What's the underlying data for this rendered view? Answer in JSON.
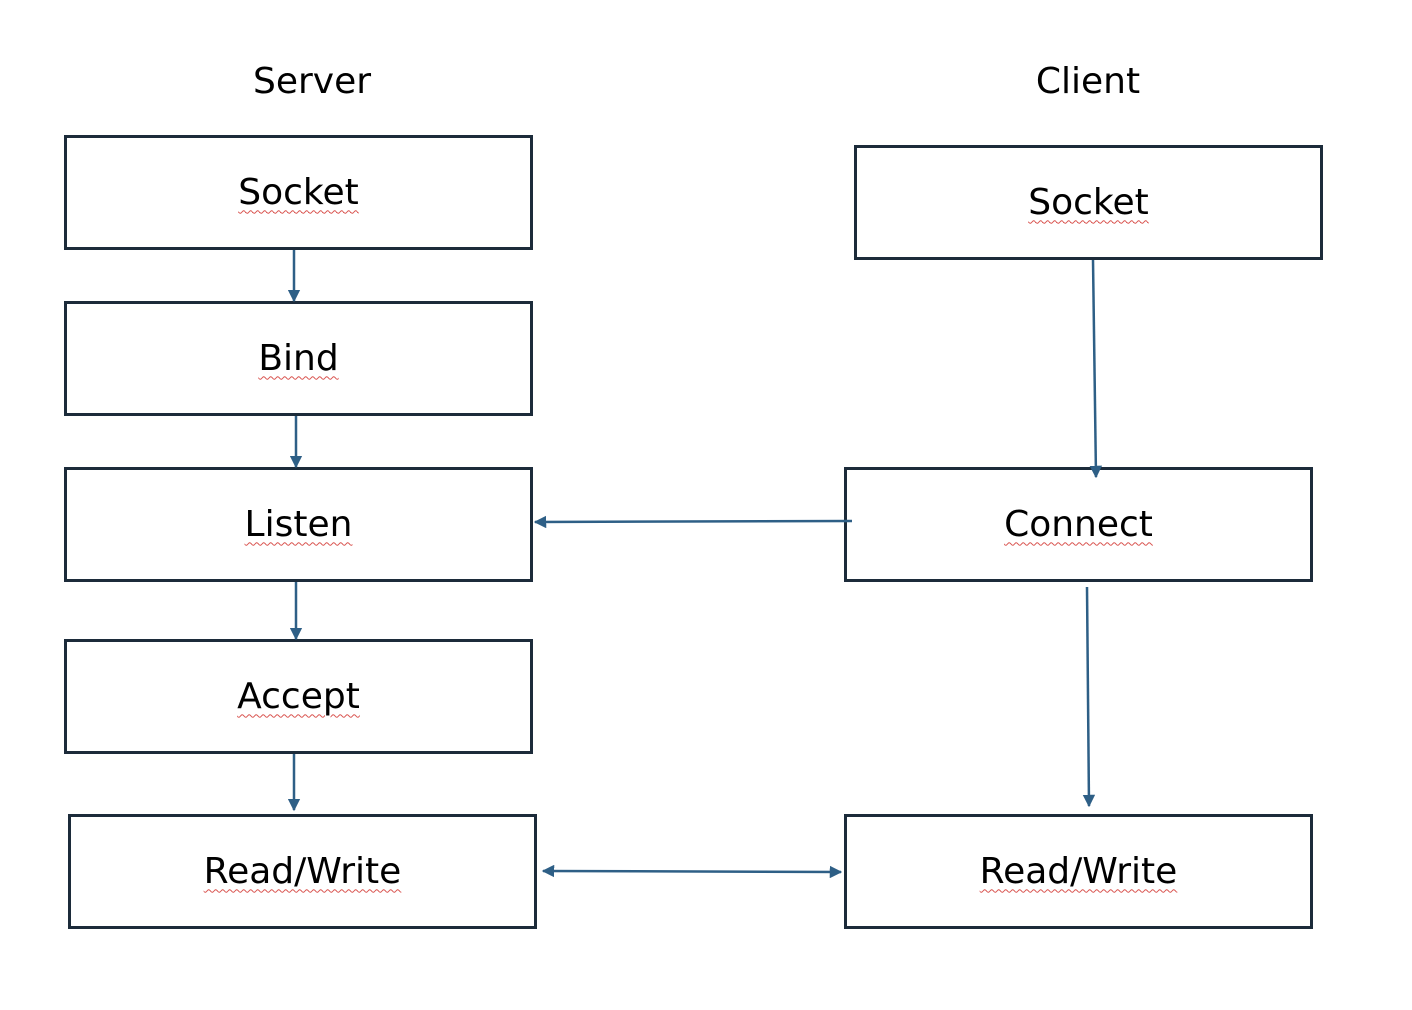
{
  "diagram": {
    "server_title": "Server",
    "client_title": "Client",
    "server_steps": [
      "Socket",
      "Bind",
      "Listen",
      "Accept",
      "Read/Write"
    ],
    "client_steps": [
      "Socket",
      "Connect",
      "Read/Write"
    ],
    "colors": {
      "box_border": "#1c2b3a",
      "arrow": "#2e5f86",
      "spellcheck_underline": "#d9534f"
    }
  }
}
